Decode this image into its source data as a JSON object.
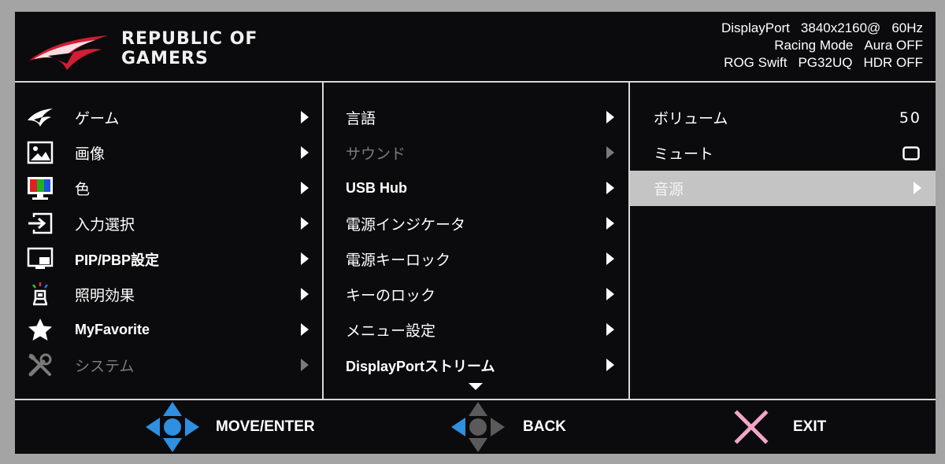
{
  "brand": {
    "line1": "REPUBLIC OF",
    "line2": "GAMERS"
  },
  "status": {
    "rows": [
      [
        "DisplayPort",
        "3840x2160@",
        "60Hz"
      ],
      [
        "Racing Mode",
        "Aura OFF"
      ],
      [
        "ROG Swift",
        "PG32UQ",
        "HDR OFF"
      ]
    ]
  },
  "main_menu": {
    "items": [
      {
        "label": "ゲーム",
        "icon": "rog-eye-icon"
      },
      {
        "label": "画像",
        "icon": "picture-icon"
      },
      {
        "label": "色",
        "icon": "color-monitor-icon"
      },
      {
        "label": "入力選択",
        "icon": "input-icon"
      },
      {
        "label": "PIP/PBP設定",
        "icon": "pip-icon"
      },
      {
        "label": "照明効果",
        "icon": "lighting-icon"
      },
      {
        "label": "MyFavorite",
        "icon": "star-icon"
      },
      {
        "label": "システム",
        "icon": "wrench-icon"
      }
    ]
  },
  "sub_menu": {
    "items": [
      {
        "label": "言語"
      },
      {
        "label": "サウンド"
      },
      {
        "label": "USB Hub"
      },
      {
        "label": "電源インジケータ"
      },
      {
        "label": "電源キーロック"
      },
      {
        "label": "キーのロック"
      },
      {
        "label": "メニュー設定"
      },
      {
        "label": "DisplayPortストリーム"
      }
    ]
  },
  "options": {
    "items": [
      {
        "label": "ボリューム",
        "value": "50"
      },
      {
        "label": "ミュート"
      },
      {
        "label": "音源"
      }
    ]
  },
  "footer": {
    "move_enter": "MOVE/ENTER",
    "back": "BACK",
    "exit": "EXIT"
  },
  "colors": {
    "accent_blue": "#2f8fe0",
    "exit_pink": "#f2a6c8",
    "selected_bg": "#c4c4c4",
    "dim_text": "#7a7a7a"
  }
}
